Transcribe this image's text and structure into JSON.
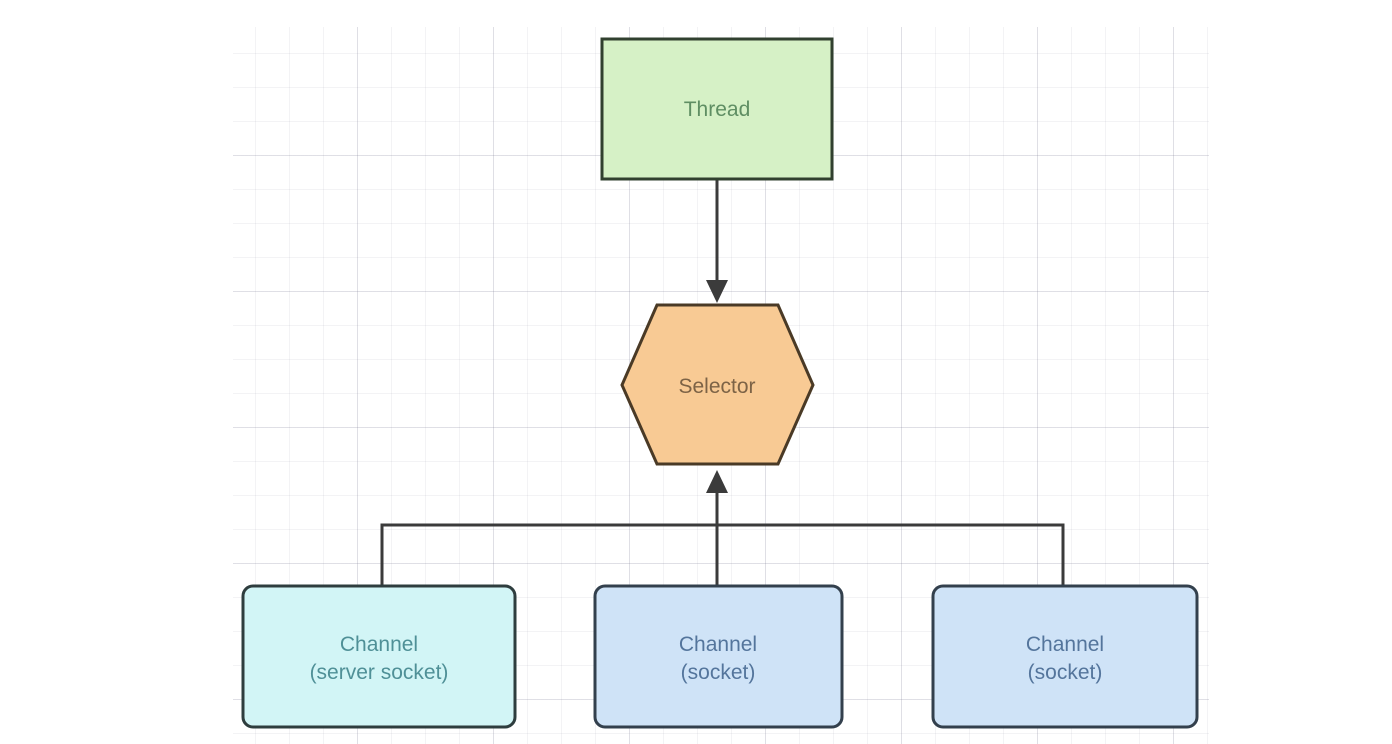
{
  "canvas": {
    "background": "#ffffff",
    "grid_minor_color": "#ededf1",
    "grid_major_color": "#e3e3e8"
  },
  "connectors": {
    "color": "#3b3b3b",
    "items": [
      {
        "name": "thread-to-selector",
        "from": "Thread",
        "to": "Selector",
        "style": "arrow-down"
      },
      {
        "name": "channels-to-selector",
        "from": "Channel group",
        "to": "Selector",
        "style": "arrow-up"
      }
    ]
  },
  "nodes": {
    "thread": {
      "label": "Thread",
      "shape": "rectangle",
      "fill": "#d6f1c6",
      "stroke": "#31402f",
      "text_color": "#5f8e63"
    },
    "selector": {
      "label": "Selector",
      "shape": "hexagon",
      "fill": "#f8ca94",
      "stroke": "#4a3a26",
      "text_color": "#7d6346"
    },
    "channel_server_socket": {
      "label_line1": "Channel",
      "label_line2": "(server socket)",
      "shape": "rounded-rectangle",
      "fill": "#d2f5f6",
      "stroke": "#2e3d3e",
      "text_color": "#4f9097"
    },
    "channel_socket_left": {
      "label_line1": "Channel",
      "label_line2": "(socket)",
      "shape": "rounded-rectangle",
      "fill": "#cfe3f7",
      "stroke": "#33404d",
      "text_color": "#54759c"
    },
    "channel_socket_right": {
      "label_line1": "Channel",
      "label_line2": "(socket)",
      "shape": "rounded-rectangle",
      "fill": "#cfe3f7",
      "stroke": "#33404d",
      "text_color": "#54759c"
    }
  }
}
